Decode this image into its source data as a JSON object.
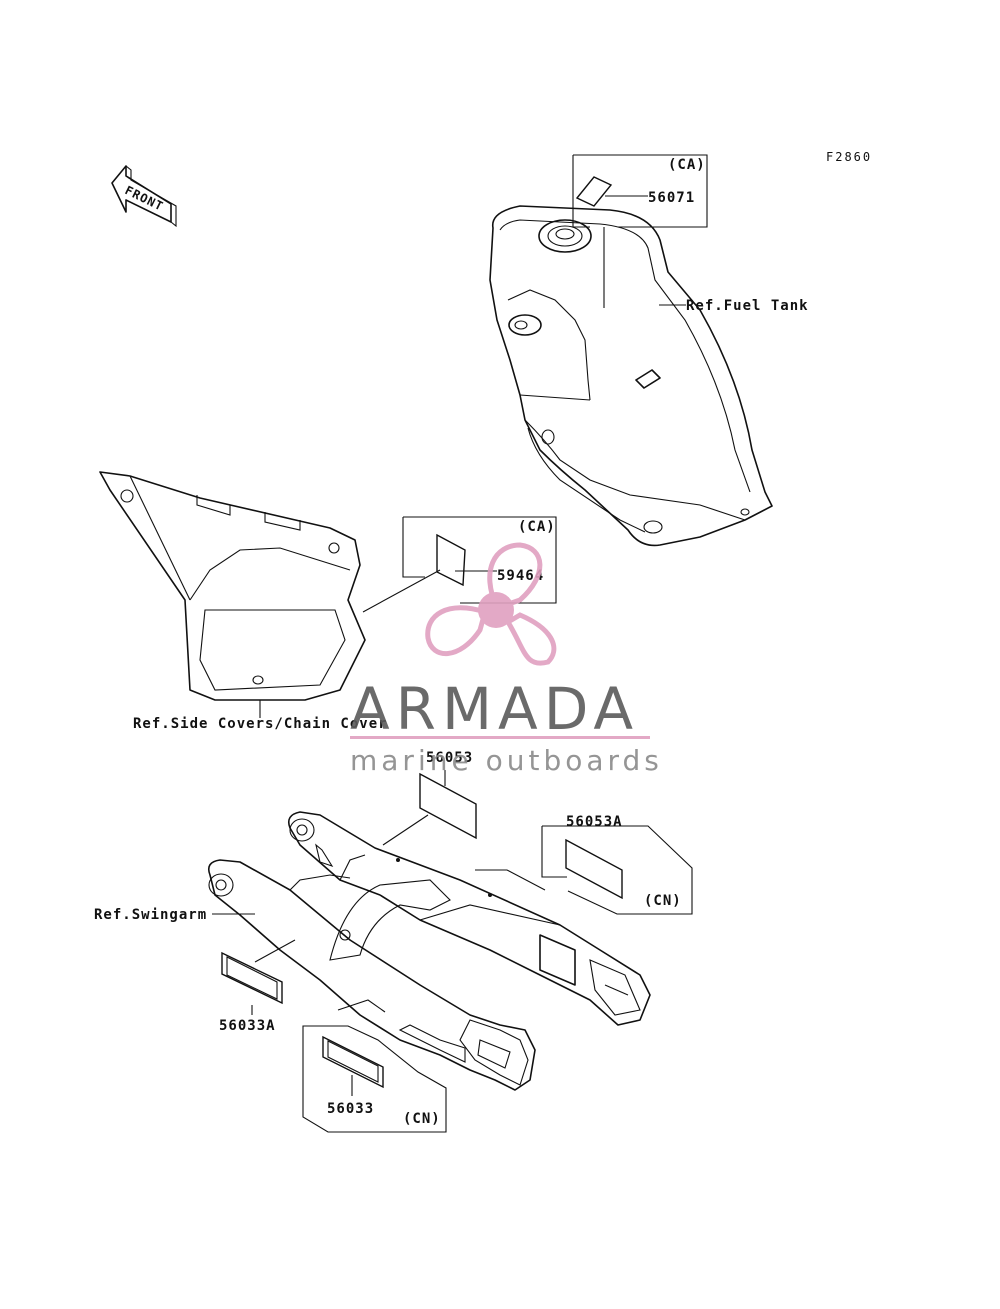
{
  "figure_code": "F2860",
  "front_arrow_label": "FRONT",
  "refs": {
    "fuel_tank": "Ref.Fuel Tank",
    "side_covers": "Ref.Side Covers/Chain Cover",
    "swingarm": "Ref.Swingarm"
  },
  "parts": {
    "p56071": "56071",
    "p59464": "59464",
    "p56053": "56053",
    "p56053A": "56053A",
    "p56033A": "56033A",
    "p56033": "56033"
  },
  "region_codes": {
    "ca_56071": "(CA)",
    "ca_59464": "(CA)",
    "cn_56053A": "(CN)",
    "cn_56033": "(CN)"
  },
  "watermark": {
    "brand": "ARMADA",
    "tagline": "marine outboards",
    "accent_color": "#e0a0c0"
  }
}
